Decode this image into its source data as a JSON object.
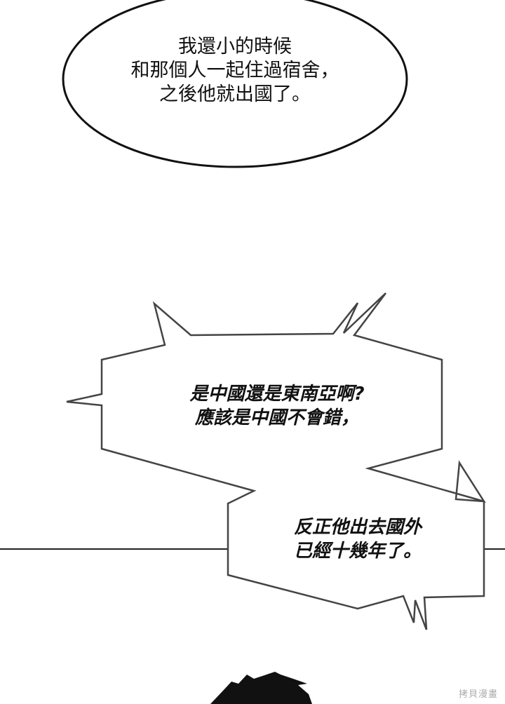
{
  "bubble1": {
    "lines": [
      "我還小的時候",
      "和那個人一起住過宿舍，",
      "之後他就出國了。"
    ]
  },
  "bubble2": {
    "lines": [
      "是中國還是東南亞啊?",
      "應該是中國不會錯，"
    ]
  },
  "bubble3": {
    "lines": [
      "反正他出去國外",
      "已經十幾年了。"
    ]
  },
  "watermark": "拷貝漫畫"
}
